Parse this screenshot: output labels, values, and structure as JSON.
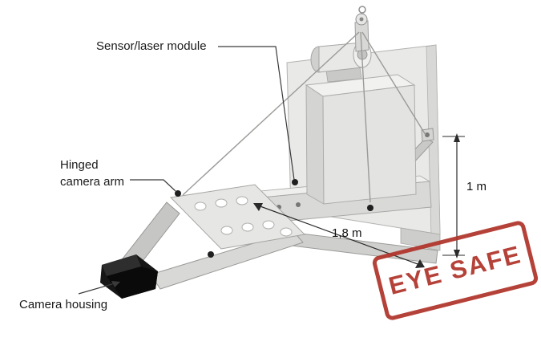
{
  "diagram": {
    "labels": {
      "sensor_module": "Sensor/laser module",
      "hinged_arm": "Hinged\ncamera arm",
      "camera_housing": "Camera housing"
    },
    "dimensions": {
      "height": "1 m",
      "length": "1,8 m"
    },
    "stamp": {
      "text": "EYE SAFE",
      "color": "#b0342b"
    },
    "colors": {
      "device_light": "#f1f1ef",
      "device_mid": "#e3e3e1",
      "device_dark": "#c6c6c4",
      "outline": "#a5a5a3",
      "housing_black": "#161616",
      "label_text": "#1a1a1a",
      "background": "#ffffff"
    }
  }
}
